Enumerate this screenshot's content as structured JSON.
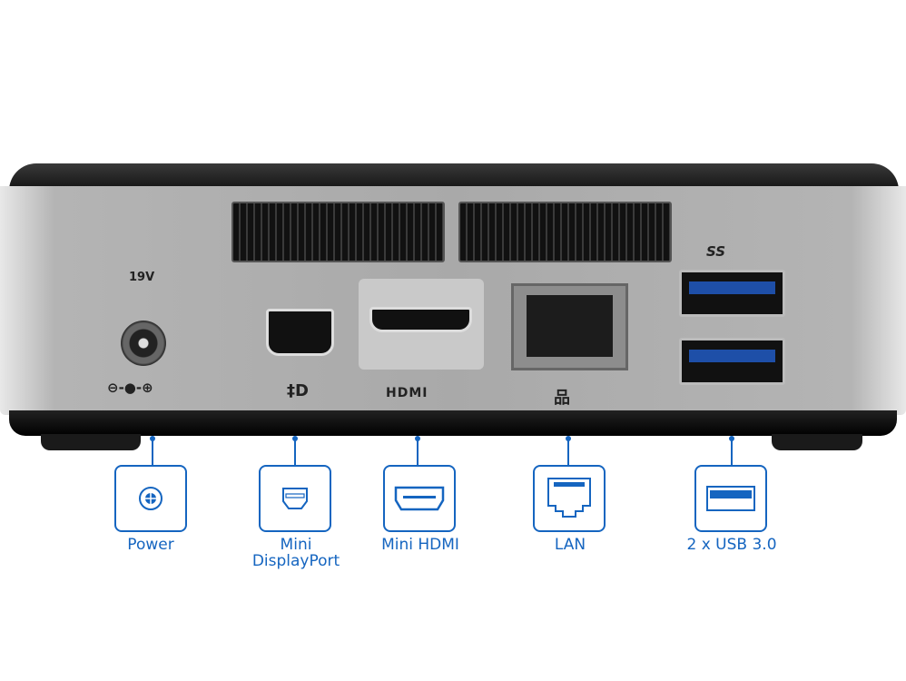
{
  "device": {
    "voltage_label": "19V",
    "hdmi_logo": "HDMI",
    "usb_logo": "SS"
  },
  "ports": [
    {
      "label": "Power",
      "icon": "power-jack-icon"
    },
    {
      "label": "Mini DisplayPort",
      "label_line1": "Mini",
      "label_line2": "DisplayPort",
      "icon": "mini-displayport-icon"
    },
    {
      "label": "Mini HDMI",
      "icon": "hdmi-icon"
    },
    {
      "label": "LAN",
      "icon": "ethernet-icon"
    },
    {
      "label": "2 x USB 3.0",
      "icon": "usb-icon"
    }
  ],
  "colors": {
    "accent": "#1565c0"
  }
}
